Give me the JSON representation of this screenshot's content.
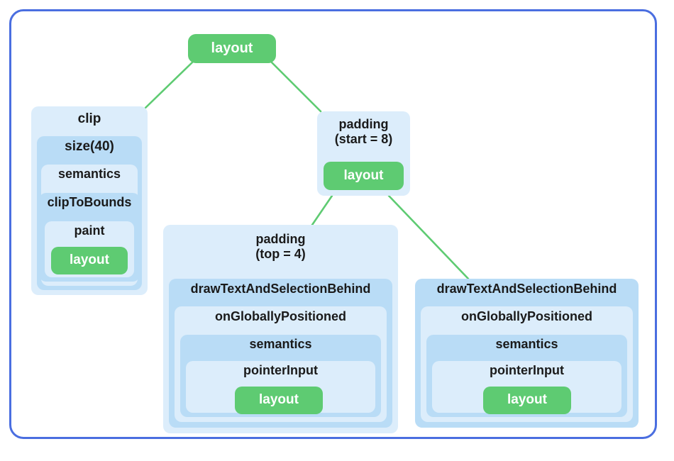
{
  "diagram": {
    "title": "Compose modifier layout node tree",
    "colors": {
      "frame_border": "#4a6ee0",
      "node_light": "#dcedfb",
      "node_mid": "#b9dcf6",
      "node_green": "#5ecb72",
      "edge": "#5ecb72",
      "text_dark": "#1a1a1a",
      "text_light": "#ffffff",
      "background": "#ffffff"
    },
    "root": {
      "label": "layout"
    },
    "clip_branch": {
      "clip": "clip",
      "size": "size(40)",
      "semantics": "semantics",
      "clip_to_bounds": "clipToBounds",
      "paint": "paint",
      "layout": "layout"
    },
    "padding_branch": {
      "padding": "padding\n(start = 8)",
      "layout": "layout"
    },
    "middle_cluster": {
      "padding": "padding\n(top = 4)",
      "draw_text": "drawTextAndSelectionBehind",
      "on_globally_positioned": "onGloballyPositioned",
      "semantics": "semantics",
      "pointer_input": "pointerInput",
      "layout": "layout"
    },
    "right_cluster": {
      "draw_text": "drawTextAndSelectionBehind",
      "on_globally_positioned": "onGloballyPositioned",
      "semantics": "semantics",
      "pointer_input": "pointerInput",
      "layout": "layout"
    },
    "edges": [
      {
        "from": "root-layout",
        "to": "clip"
      },
      {
        "from": "root-layout",
        "to": "padding-start-8"
      },
      {
        "from": "padding-start-8-layout",
        "to": "padding-top-4"
      },
      {
        "from": "padding-start-8-layout",
        "to": "right-draw-text"
      }
    ]
  }
}
